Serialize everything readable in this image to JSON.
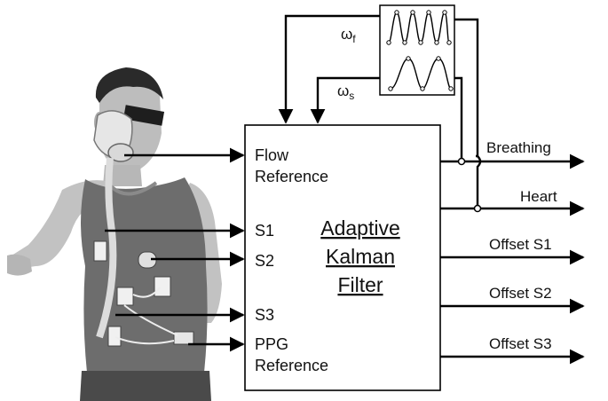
{
  "filter": {
    "title_lines": [
      "Adaptive",
      "Kalman",
      "Filter"
    ]
  },
  "inputs": {
    "flow_ref": [
      "Flow",
      "Reference"
    ],
    "s1": "S1",
    "s2": "S2",
    "s3": "S3",
    "ppg_ref": [
      "PPG",
      "Reference"
    ]
  },
  "outputs": {
    "breathing": "Breathing",
    "heart": "Heart",
    "offset_s1": "Offset S1",
    "offset_s2": "Offset S2",
    "offset_s3": "Offset S3"
  },
  "feedback": {
    "omega_f": "ω",
    "omega_f_sub": "f",
    "omega_s": "ω",
    "omega_s_sub": "s"
  },
  "photo": {
    "description_icon": "person-with-mask-icon"
  },
  "colors": {
    "line": "#000000",
    "photo_shirt": "#6b6b6b",
    "photo_skin": "#c8c8c8"
  }
}
